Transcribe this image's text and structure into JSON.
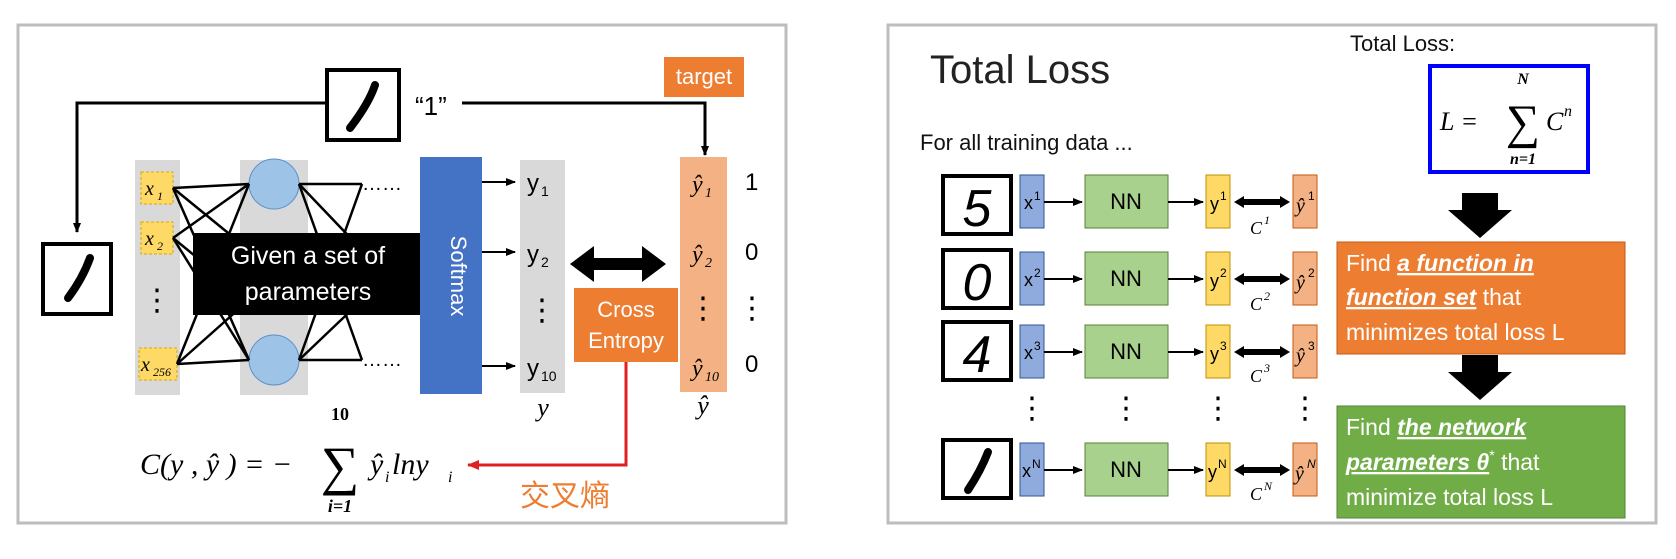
{
  "left_panel": {
    "target_label": "target",
    "quote_label": "“1”",
    "inputs": [
      {
        "base": "x",
        "sub": "1"
      },
      {
        "base": "x",
        "sub": "2"
      },
      {
        "base": "x",
        "sub": "256"
      }
    ],
    "input_ellipsis": "⋮",
    "dots": "……",
    "overlay_line1": "Given a set of",
    "overlay_line2": "parameters",
    "softmax_label": "Softmax",
    "outputs": [
      {
        "base": "y",
        "sub": "1"
      },
      {
        "base": "y",
        "sub": "2"
      },
      {
        "base": "y",
        "sub": "10"
      }
    ],
    "y_label": "y",
    "cross_entropy_line1": "Cross",
    "cross_entropy_line2": "Entropy",
    "targets": [
      {
        "base": "ŷ",
        "sub": "1",
        "value": "1"
      },
      {
        "base": "ŷ",
        "sub": "2",
        "value": "0"
      },
      {
        "base": "ŷ",
        "sub": "10",
        "value": "0"
      }
    ],
    "yhat_label": "ŷ",
    "formula": {
      "lhs": "C(y , ŷ ) = −",
      "sum_top": "10",
      "sum_bottom": "i=1",
      "body_yhat": "ŷ",
      "body_sub_i": "i",
      "body_ln": "lny",
      "body_sub_i2": "i"
    },
    "chinese_label": "交叉熵"
  },
  "right_panel": {
    "title": "Total Loss",
    "subtitle": "For all training data ...",
    "total_loss_label": "Total Loss:",
    "formula": {
      "lhs": "L =",
      "sum_top": "N",
      "sum_bottom": "n=1",
      "term": "C",
      "exp": "n"
    },
    "rows": [
      {
        "digit": "5",
        "x": "x",
        "sup": "1",
        "nn": "NN",
        "y": "y",
        "ysup": "1",
        "c": "C",
        "csup": "1",
        "yhat": "ŷ",
        "yhatsup": "1"
      },
      {
        "digit": "0",
        "x": "x",
        "sup": "2",
        "nn": "NN",
        "y": "y",
        "ysup": "2",
        "c": "C",
        "csup": "2",
        "yhat": "ŷ",
        "yhatsup": "2"
      },
      {
        "digit": "4",
        "x": "x",
        "sup": "3",
        "nn": "NN",
        "y": "y",
        "ysup": "3",
        "c": "C",
        "csup": "3",
        "yhat": "ŷ",
        "yhatsup": "3"
      },
      {
        "digit": "1",
        "x": "x",
        "sup": "N",
        "nn": "NN",
        "y": "y",
        "ysup": "N",
        "c": "C",
        "csup": "N",
        "yhat": "ŷ",
        "yhatsup": "N"
      }
    ],
    "vdots": "⋮",
    "orange_box": {
      "prefix": "Find ",
      "emph1": "a function in",
      "emph2": "function set",
      "mid": " that",
      "line3": "minimizes total loss L"
    },
    "green_box": {
      "prefix": "Find ",
      "emph1": "the network",
      "emph2": "parameters θ",
      "emph2_sup": "*",
      "mid": " that",
      "line3": "minimize total loss L"
    }
  },
  "colors": {
    "orange": "#ed7d31",
    "blue_softmax": "#4472c4",
    "yellow_input": "#ffd966",
    "salmon_target": "#f4b183",
    "gray_column": "#d9d9d9",
    "blue_neuron": "#9dc3e6",
    "green_nn": "#a9d18e",
    "green_box": "#70ad47",
    "blue_x": "#8faadc",
    "red_arrow": "#e02020",
    "frame_blue": "#0000ff"
  }
}
